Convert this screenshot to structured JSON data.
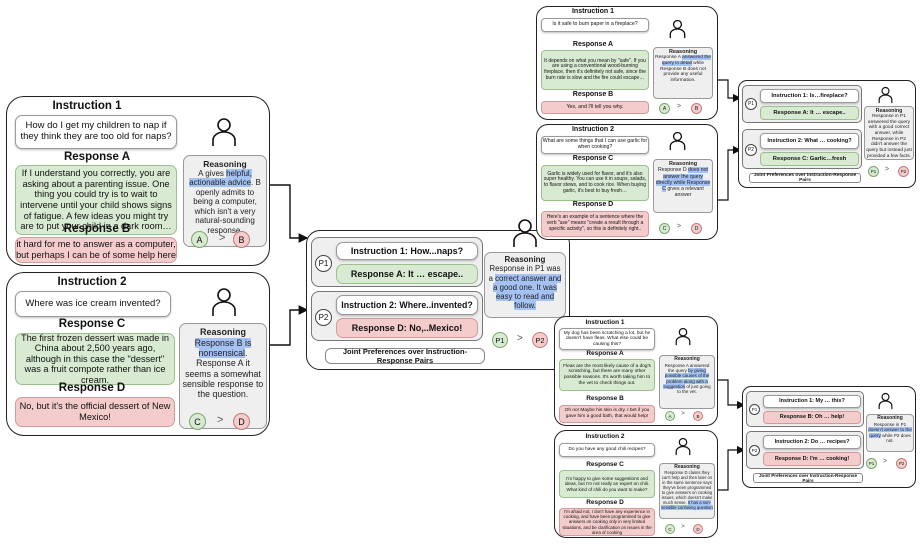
{
  "left": {
    "p1": {
      "title": "Instruction 1",
      "instruction": "How do I get my children to nap if they think they are too old for naps?",
      "resp_a_title": "Response A",
      "resp_a": "If I understand you correctly, you are asking about a parenting issue.  One thing you could try is to wait to intervene until your child shows signs of fatigue.  A few ideas you might try are to put your child in a dark room…",
      "resp_b_title": "Response B",
      "resp_b": "it hard for me to answer as a computer, but perhaps I can be of some help here",
      "reasoning_title": "Reasoning",
      "reasoning_pre": "A gives ",
      "reasoning_hl": "helpful, actionable advice",
      "reasoning_post": ". B openly admits to being a computer, which isn't a very natural-sounding response.",
      "cmp_left": "A",
      "cmp_right": "B",
      "gt": ">"
    },
    "p2": {
      "title": "Instruction 2",
      "instruction": "Where was ice cream invented?",
      "resp_c_title": "Response C",
      "resp_c": "The first frozen dessert was made in China about 2,500 years ago, although in this case the \"dessert\" was a fruit compote rather than ice cream.",
      "resp_d_title": "Response D",
      "resp_d": "No, but it's the official dessert of New Mexico!",
      "reasoning_title": "Reasoning",
      "reasoning_hl": "Response B is nonsensical",
      "reasoning_post": ". Response A it seems a somewhat sensible response to the question.",
      "cmp_left": "C",
      "cmp_right": "D",
      "gt": ">"
    }
  },
  "center": {
    "p1_label": "P1",
    "p1_instruction": "Instruction 1: How...naps?",
    "p1_response": "Response A: It … escape..",
    "p2_label": "P2",
    "p2_instruction": "Instruction 2: Where..invented?",
    "p2_response": "Response D: No,..Mexico!",
    "reasoning_title": "Reasoning",
    "reasoning_pre": "Response in P1 was a ",
    "reasoning_hl": "correct answer and a good one.  It was easy to read and follow.",
    "cmp_left": "P1",
    "cmp_right": "P2",
    "gt": ">",
    "joint": "Joint Preferences over Instruction-Response Pairs"
  },
  "top_right": {
    "i1_title": "Instruction 1",
    "i1_text": "Is it safe to burn paper in a fireplace?",
    "ra_title": "Response A",
    "ra_text": "It depends on what you mean by \"safe\".  If you are using a conventional wood-burning fireplace, then it's definitely not safe, since the burn rate is slow and the fire could escape…",
    "rb_title": "Response B",
    "rb_text": "Yes, and I'll tell you why.",
    "r1_title": "Reasoning",
    "r1_pre": "Response A ",
    "r1_hl": "answered the query in detail",
    "r1_post": " while Response B does not provide any useful information.",
    "c1_left": "A",
    "c1_right": "B",
    "i2_title": "Instruction 2",
    "i2_text": "What are some things that I can use garlic for when cooking?",
    "rc_title": "Response C",
    "rc_text": "Garlic is widely used for flavor, and it's also super healthy.  You can use it in soups, salads, to flavor stews, and to cook rice.  When buying garlic, it's best to buy fresh…",
    "rd_title": "Response D",
    "rd_text": "Here's an example of a sentence where the verb \"use\" means \"create a result through a specific activity\", so this is definitely right..",
    "r2_title": "Reasoning",
    "r2_pre": "Response D ",
    "r2_hl": "does not answer the query directly while Response C",
    "r2_post": " gives a relevant answer",
    "c2_left": "C",
    "c2_right": "D",
    "gt": ">",
    "j_p1": "P1",
    "j_p1_instr": "Instruction 1: Is…fireplace?",
    "j_p1_resp": "Response A: It … escape..",
    "j_p2": "P2",
    "j_p2_instr": "Instruction 2: What … cooking?",
    "j_p2_resp": "Response C: Garlic…fresh",
    "j_reason_title": "Reasoning",
    "j_reason_pre": "Response in P1 answered the query with a good correct answer, while Response in P2 didn't answer the query but instead just provided a few facts.",
    "j_cmp_left": "P1",
    "j_cmp_right": "P2",
    "joint": "Joint Preferences over Instruction-Response Pairs"
  },
  "bottom_right": {
    "i1_title": "Instruction 1",
    "i1_text": "My dog has been scratching a lot, but he doesn't have fleas. What else could be causing this?",
    "ra_title": "Response A",
    "ra_text": "Fleas are the most likely cause of a dog's scratching, but there are many other possible reasons. It's worth taking him to the vet to check things out.",
    "rb_title": "Response B",
    "rb_text": "Oh no! Maybe his skin is dry. I bet if you gave him a good bath, that would help!",
    "r1_title": "Reasoning",
    "r1_pre": "Response A answered the query ",
    "r1_hl": "by giving possible causes of the problem along with a suggestion",
    "r1_post": " of just going to the vet.",
    "c1_left": "A",
    "c1_right": "B",
    "i2_title": "Instruction 2",
    "i2_text": "Do you have any good chili recipes?",
    "rc_title": "Response C",
    "rc_text": "I'm happy to give some suggestions and ideas, but I'm not really an expert on chili.  What kind of chili do you want to make?",
    "rd_title": "Response D",
    "rd_text": "I'm afraid not, I don't have any experience in cooking, and have been programmed to give answers on cooking only in very limited situations, and be clarification on issues in the area of cooking",
    "r2_title": "Reasoning",
    "r2_pre": "Response D claims they can't help and then later on in the same sentence says they've been programmed to give answers on cooking issues, which doesn't make much sense. ",
    "r2_hl": "It has a non-sensible confusing question",
    "r2_post": "",
    "c2_left": "C",
    "c2_right": "D",
    "gt": ">",
    "j_p1": "P1",
    "j_p1_instr": "Instruction 1: My … this?",
    "j_p1_resp": "Response B: Oh … help!",
    "j_p2": "P2",
    "j_p2_instr": "Instruction 2: Do … recipes?",
    "j_p2_resp": "Response D: I'm … cooking!",
    "j_reason_title": "Reasoning",
    "j_reason_pre": "Response in P1 ",
    "j_reason_hl": "doesn't answer to the query",
    "j_reason_post": " while P2 does not.",
    "j_cmp_left": "P1",
    "j_cmp_right": "P2",
    "joint": "Joint Preferences over Instruction-Response Pairs"
  },
  "colors": {
    "green": "#d9ead3",
    "red": "#f4cccc",
    "highlight": "#a4c2f4",
    "reason_bg": "#efefef"
  }
}
